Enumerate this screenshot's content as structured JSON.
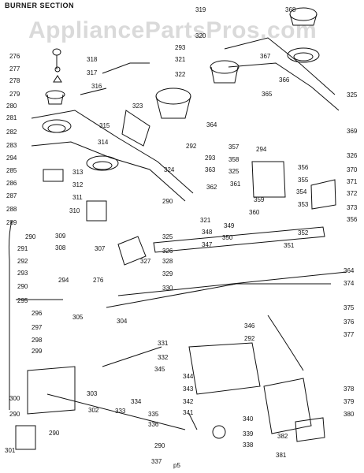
{
  "header": {
    "section_title": "BURNER SECTION"
  },
  "watermark": {
    "text": "AppliancePartsPros.com"
  },
  "footer": {
    "page": "p5"
  },
  "callouts": {
    "276a": "276",
    "277": "277",
    "278": "278",
    "279": "279",
    "280": "280",
    "281": "281",
    "282": "282",
    "283": "283",
    "294a": "294",
    "285": "285",
    "286": "286",
    "287": "287",
    "288": "288",
    "289": "289",
    "290a": "290",
    "291": "291",
    "292a": "292",
    "293a": "293",
    "290b": "290",
    "295": "295",
    "296": "296",
    "297": "297",
    "298": "298",
    "299": "299",
    "300": "300",
    "290c": "290",
    "290d": "290",
    "301": "301",
    "318": "318",
    "317": "317",
    "316": "316",
    "315": "315",
    "314": "314",
    "313": "313",
    "312": "312",
    "311": "311",
    "310": "310",
    "309": "309",
    "308": "308",
    "307": "307",
    "276b": "276",
    "294b": "294",
    "305": "305",
    "304": "304",
    "303": "303",
    "302": "302",
    "323": "323",
    "322": "322",
    "319": "319",
    "320": "320",
    "293b": "293",
    "321a": "321",
    "365": "365",
    "364a": "364",
    "292b": "292",
    "324": "324",
    "293c": "293",
    "363": "363",
    "358": "358",
    "325a": "325",
    "362": "362",
    "361": "361",
    "321b": "321",
    "348": "348",
    "290e": "290",
    "325b": "325",
    "326": "326",
    "327": "327",
    "328": "328",
    "329": "329",
    "330": "330",
    "347": "347",
    "349": "349",
    "350": "350",
    "351": "351",
    "352": "352",
    "360": "360",
    "359": "359",
    "353": "353",
    "357": "357",
    "294c": "294",
    "355": "355",
    "354": "354",
    "356a": "356",
    "368": "368",
    "367": "367",
    "366": "366",
    "325c": "325",
    "369": "369",
    "326b": "326",
    "370": "370",
    "371": "371",
    "372": "372",
    "373": "373",
    "356b": "356",
    "364b": "364",
    "374": "374",
    "375": "375",
    "376": "376",
    "377": "377",
    "346": "346",
    "292c": "292",
    "331": "331",
    "332": "332",
    "345": "345",
    "344": "344",
    "343": "343",
    "342": "342",
    "334": "334",
    "333": "333",
    "335": "335",
    "336": "336",
    "341": "341",
    "340": "340",
    "339": "339",
    "338": "338",
    "337": "337",
    "290f": "290",
    "378": "378",
    "379": "379",
    "380": "380",
    "382": "382",
    "381": "381"
  }
}
